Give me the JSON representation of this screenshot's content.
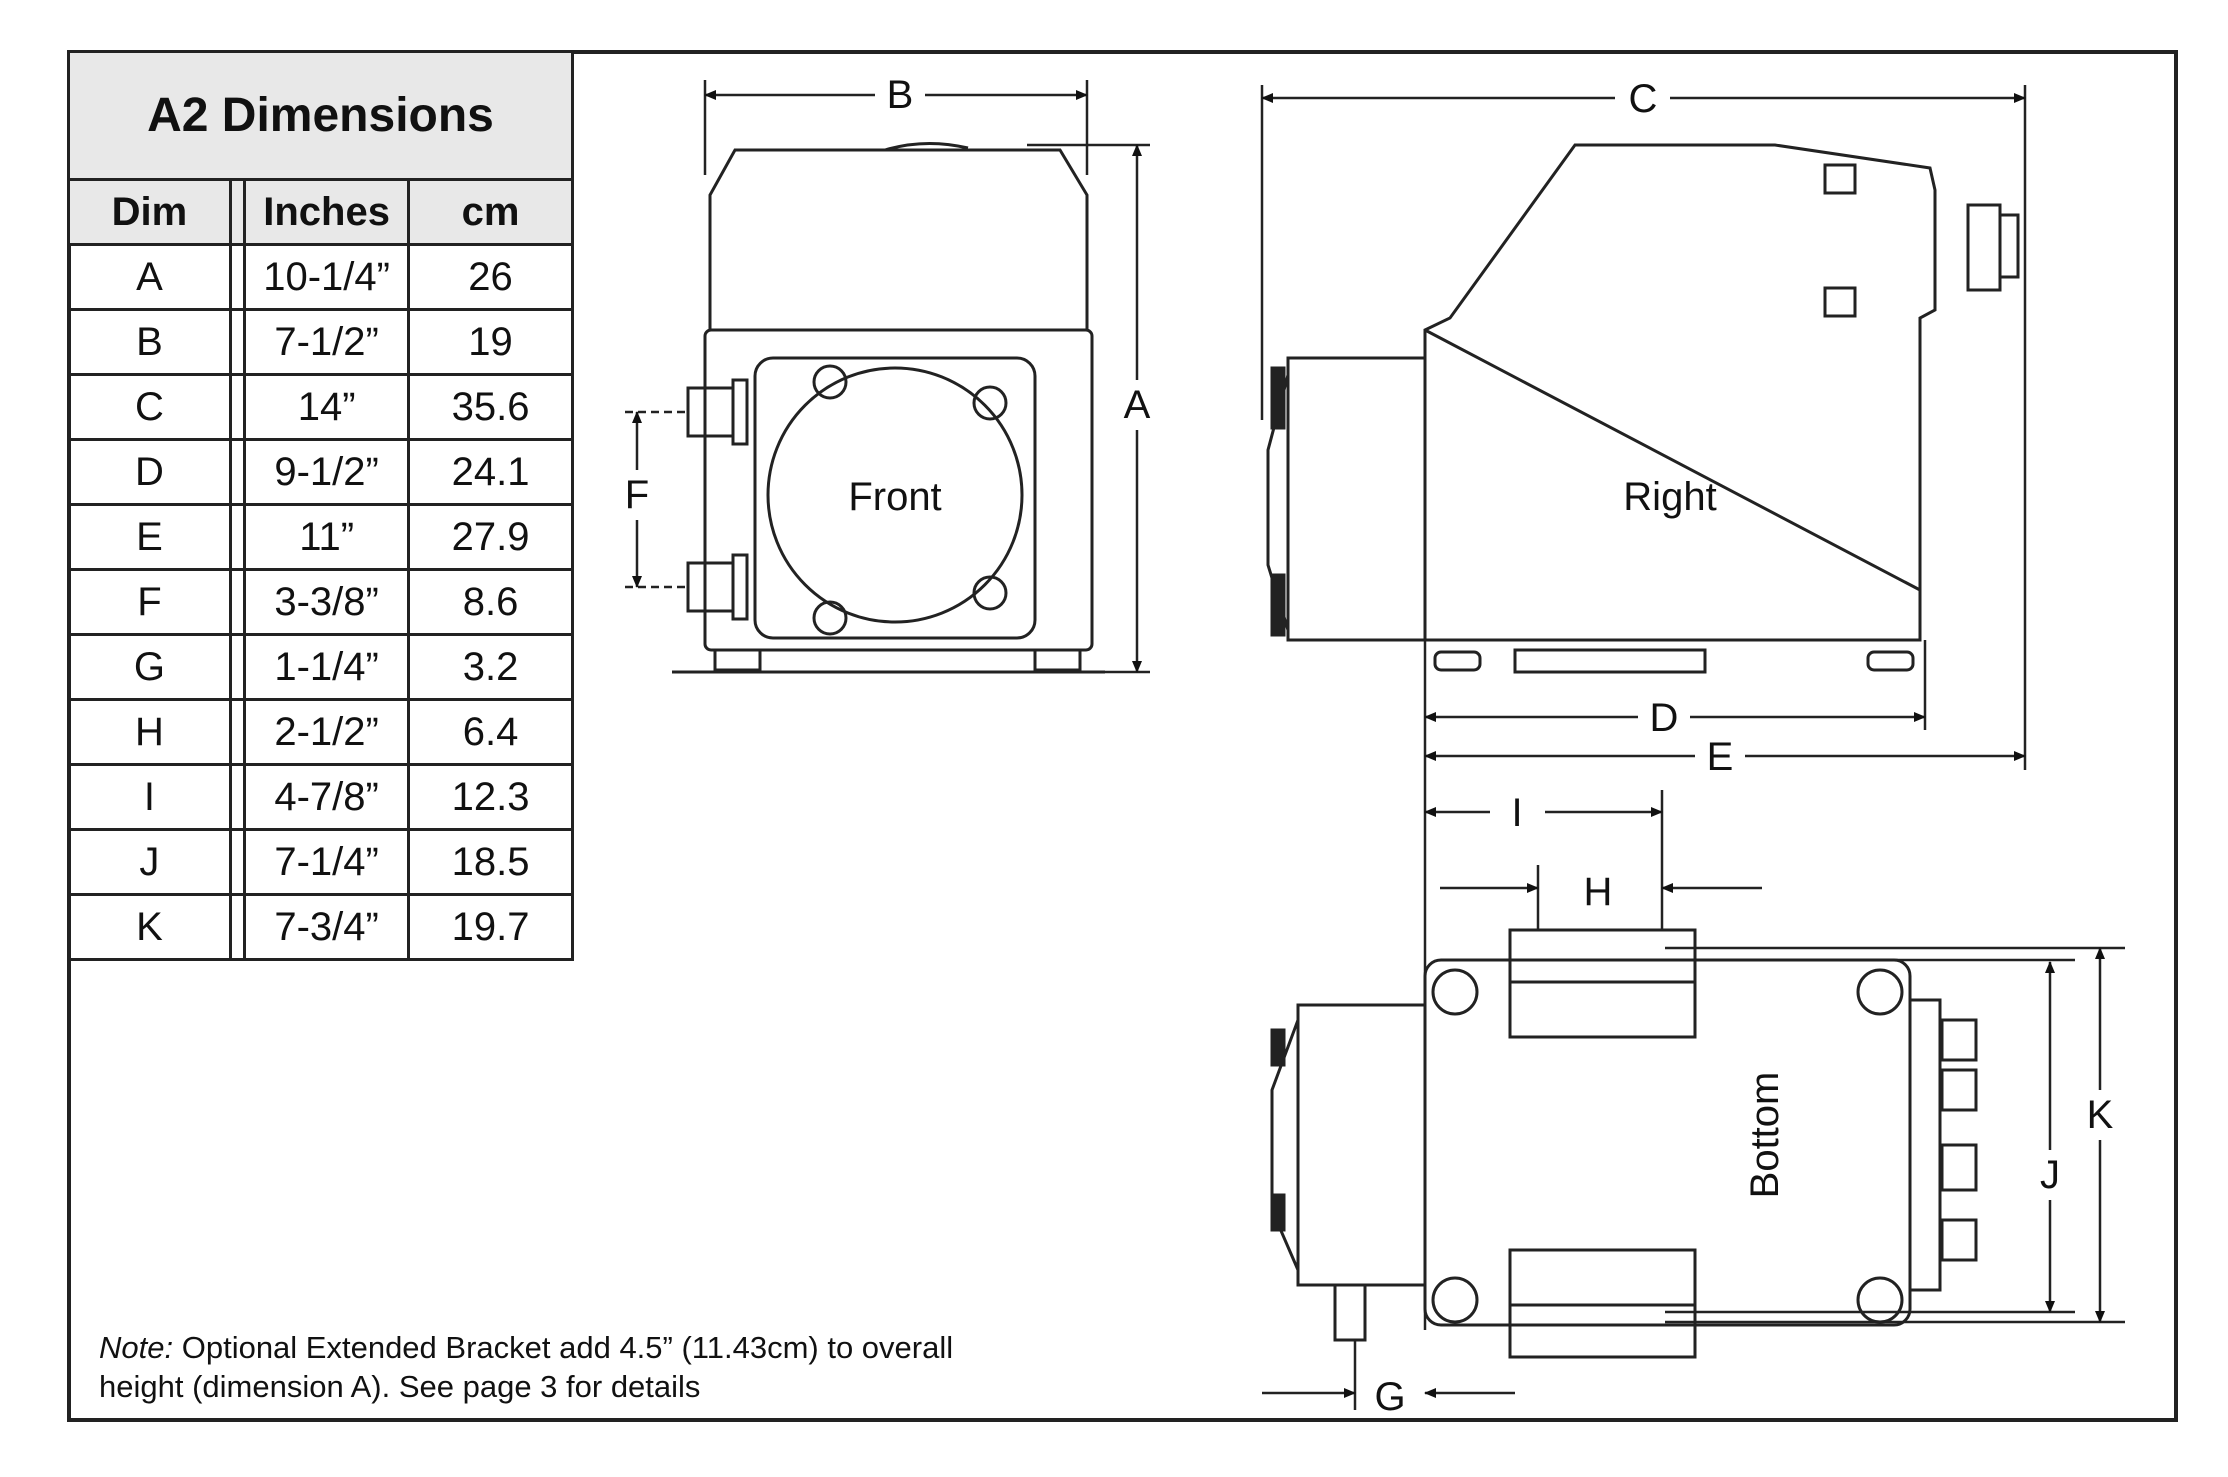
{
  "table": {
    "title": "A2 Dimensions",
    "headers": {
      "dim": "Dim",
      "inches": "Inches",
      "cm": "cm"
    },
    "rows": [
      {
        "dim": "A",
        "inches": "10-1/4”",
        "cm": "26"
      },
      {
        "dim": "B",
        "inches": "7-1/2”",
        "cm": "19"
      },
      {
        "dim": "C",
        "inches": "14”",
        "cm": "35.6"
      },
      {
        "dim": "D",
        "inches": "9-1/2”",
        "cm": "24.1"
      },
      {
        "dim": "E",
        "inches": "11”",
        "cm": "27.9"
      },
      {
        "dim": "F",
        "inches": "3-3/8”",
        "cm": "8.6"
      },
      {
        "dim": "G",
        "inches": "1-1/4”",
        "cm": "3.2"
      },
      {
        "dim": "H",
        "inches": "2-1/2”",
        "cm": "6.4"
      },
      {
        "dim": "I",
        "inches": "4-7/8”",
        "cm": "12.3"
      },
      {
        "dim": "J",
        "inches": "7-1/4”",
        "cm": "18.5"
      },
      {
        "dim": "K",
        "inches": "7-3/4”",
        "cm": "19.7"
      }
    ]
  },
  "views": {
    "front": "Front",
    "right": "Right",
    "bottom": "Bottom"
  },
  "dimension_labels": {
    "A": "A",
    "B": "B",
    "C": "C",
    "D": "D",
    "E": "E",
    "F": "F",
    "G": "G",
    "H": "H",
    "I": "I",
    "J": "J",
    "K": "K"
  },
  "note": {
    "prefix": "Note:",
    "line1": " Optional Extended Bracket add 4.5” (11.43cm) to overall",
    "line2": "height (dimension A). See page 3 for details"
  }
}
